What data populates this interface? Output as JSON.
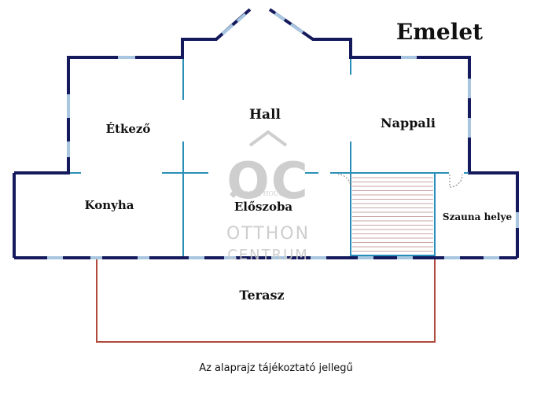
{
  "title": "Emelet",
  "rooms": {
    "etkezo": "Étkező",
    "hall": "Hall",
    "nappali": "Nappali",
    "konyha": "Konyha",
    "eloszoba": "Előszoba",
    "szauna": "Szauna helye",
    "terasz": "Terasz"
  },
  "caption": "Az alaprajz tájékoztató jellegű",
  "watermark": {
    "logo": "OC",
    "brand_small": "DUNA HOUSE",
    "line1": "OTTHON",
    "line2": "CENTRUM"
  },
  "colors": {
    "wall": "#151a5c",
    "window": "#a9c6e0",
    "partition": "#2a8fb8",
    "terrace": "#b04a3c",
    "stairs": "#c9a6a6",
    "watermark": "#c9c9c9"
  }
}
